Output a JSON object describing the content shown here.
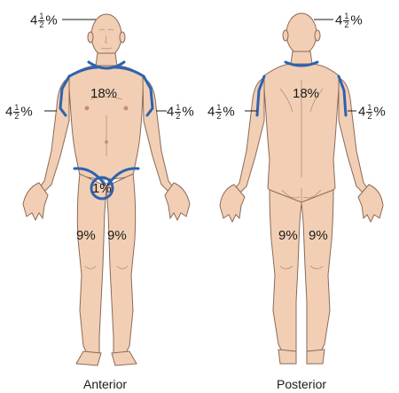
{
  "views": {
    "anterior": "Anterior",
    "posterior": "Posterior"
  },
  "labels": {
    "head": {
      "whole": "4",
      "num": "1",
      "den": "2",
      "unit": "%"
    },
    "arm": {
      "whole": "4",
      "num": "1",
      "den": "2",
      "unit": "%"
    },
    "trunk": "18%",
    "genitalia": "1%",
    "leg": "9%"
  },
  "colors": {
    "skin": "#f2cfb4",
    "skin_shade": "#e2b394",
    "outline": "#8a6a58",
    "region_line": "#2e62b0",
    "leader": "#1a1a1a"
  }
}
